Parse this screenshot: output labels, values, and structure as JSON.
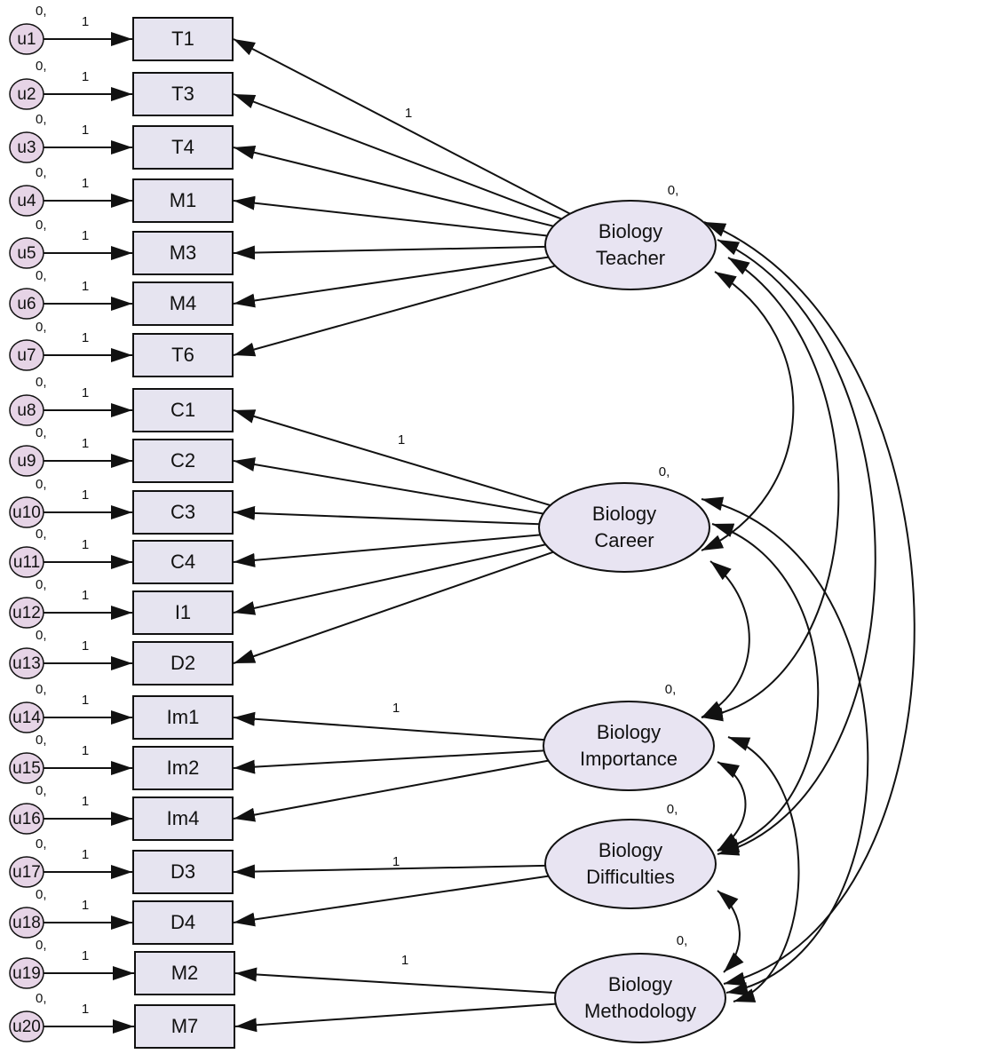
{
  "colors": {
    "box_fill": "#e6e4f0",
    "ellipse_fill": "#e8e4f2",
    "error_fill": "#e6d4e6",
    "stroke": "#111111"
  },
  "variance_label": "0,",
  "loading_label": "1",
  "observed": [
    {
      "error": "u1",
      "name": "T1"
    },
    {
      "error": "u2",
      "name": "T3"
    },
    {
      "error": "u3",
      "name": "T4"
    },
    {
      "error": "u4",
      "name": "M1"
    },
    {
      "error": "u5",
      "name": "M3"
    },
    {
      "error": "u6",
      "name": "M4"
    },
    {
      "error": "u7",
      "name": "T6"
    },
    {
      "error": "u8",
      "name": "C1"
    },
    {
      "error": "u9",
      "name": "C2"
    },
    {
      "error": "u10",
      "name": "C3"
    },
    {
      "error": "u11",
      "name": "C4"
    },
    {
      "error": "u12",
      "name": "I1"
    },
    {
      "error": "u13",
      "name": "D2"
    },
    {
      "error": "u14",
      "name": "Im1"
    },
    {
      "error": "u15",
      "name": "Im2"
    },
    {
      "error": "u16",
      "name": "Im4"
    },
    {
      "error": "u17",
      "name": "D3"
    },
    {
      "error": "u18",
      "name": "D4"
    },
    {
      "error": "u19",
      "name": "M2"
    },
    {
      "error": "u20",
      "name": "M7"
    }
  ],
  "latents": [
    {
      "id": "teacher",
      "line1": "Biology",
      "line2": "Teacher",
      "indicators": [
        0,
        1,
        2,
        3,
        4,
        5,
        6
      ]
    },
    {
      "id": "career",
      "line1": "Biology",
      "line2": "Career",
      "indicators": [
        7,
        8,
        9,
        10,
        11,
        12
      ]
    },
    {
      "id": "importance",
      "line1": "Biology",
      "line2": "Importance",
      "indicators": [
        13,
        14,
        15
      ]
    },
    {
      "id": "difficulties",
      "line1": "Biology",
      "line2": "Difficulties",
      "indicators": [
        16,
        17
      ]
    },
    {
      "id": "methodology",
      "line1": "Biology",
      "line2": "Methodology",
      "indicators": [
        18,
        19
      ]
    }
  ],
  "covariances": [
    [
      "teacher",
      "career"
    ],
    [
      "teacher",
      "importance"
    ],
    [
      "teacher",
      "difficulties"
    ],
    [
      "teacher",
      "methodology"
    ],
    [
      "career",
      "importance"
    ],
    [
      "career",
      "difficulties"
    ],
    [
      "career",
      "methodology"
    ],
    [
      "importance",
      "difficulties"
    ],
    [
      "importance",
      "methodology"
    ],
    [
      "difficulties",
      "methodology"
    ]
  ]
}
